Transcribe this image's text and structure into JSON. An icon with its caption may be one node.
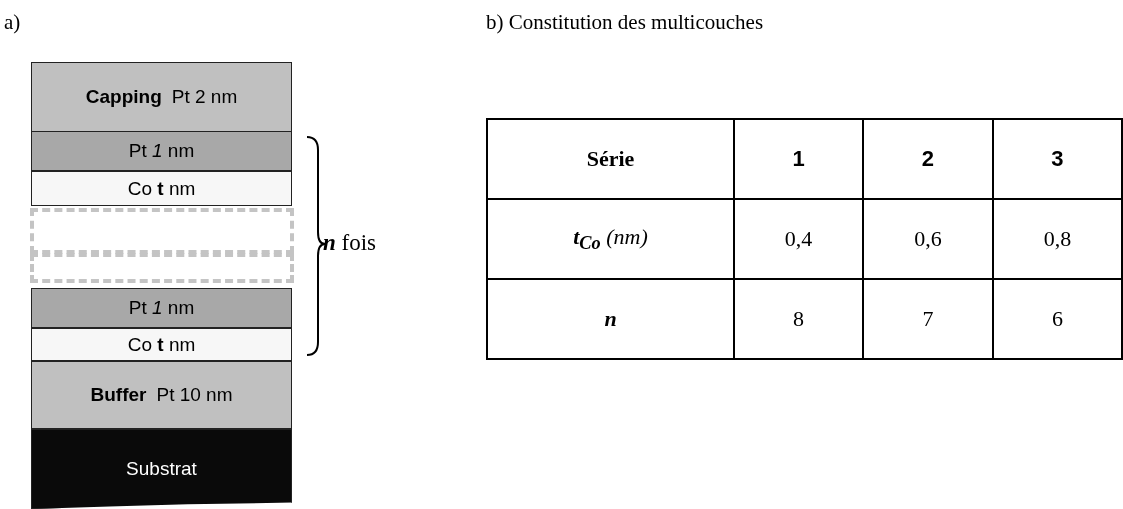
{
  "diagram": {
    "nodes": [
      {
        "text": [
          "Capping",
          "Pt 2 nm"
        ]
      },
      {
        "text": [
          "Pt *1* nm"
        ]
      },
      {
        "text": [
          "Co **t** nm"
        ]
      },
      {
        "text": [],
        "shape": "box"
      },
      {
        "text": [],
        "shape": "box"
      },
      {
        "text": [
          "Pt *1* nm"
        ]
      },
      {
        "text": [
          "Co **t** nm"
        ]
      },
      {
        "text": [
          "Buffer",
          "Pt 10 nm"
        ]
      },
      {
        "text": [
          "Substrat"
        ]
      }
    ],
    "labels": [
      "a)",
      "b) Constitution des multicouches",
      "**n** fois",
      "Série",
      "1",
      "2",
      "3",
      "**t**$_{Co}$ (nm)",
      "0,4",
      "0,6",
      "0,8",
      "n",
      "8",
      "7",
      "6"
    ]
  }
}
